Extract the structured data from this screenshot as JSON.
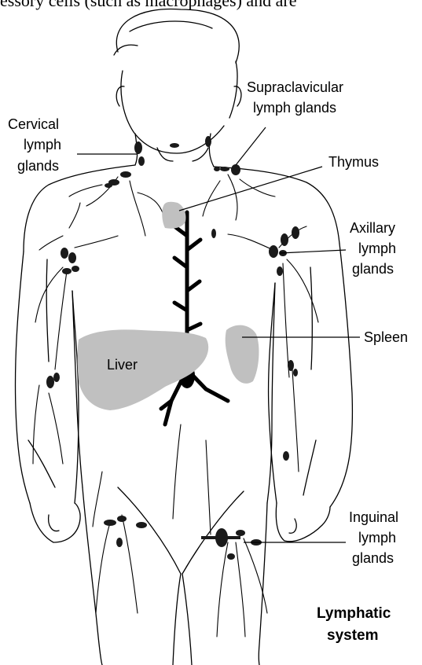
{
  "header": {
    "text": "essory cells (such as macrophages) and are"
  },
  "labels": {
    "cervical": [
      "Cervical",
      "lymph",
      "glands"
    ],
    "supraclavicular": [
      "Supraclavicular",
      "lymph glands"
    ],
    "thymus": "Thymus",
    "axillary": [
      "Axillary",
      "lymph",
      "glands"
    ],
    "spleen": "Spleen",
    "liver": "Liver",
    "inguinal": [
      "Inguinal",
      "lymph",
      "glands"
    ]
  },
  "caption": [
    "Lymphatic",
    "system"
  ],
  "colors": {
    "organ": "#c0c0c0",
    "node": "#1a1a1a",
    "line": "#000000"
  }
}
